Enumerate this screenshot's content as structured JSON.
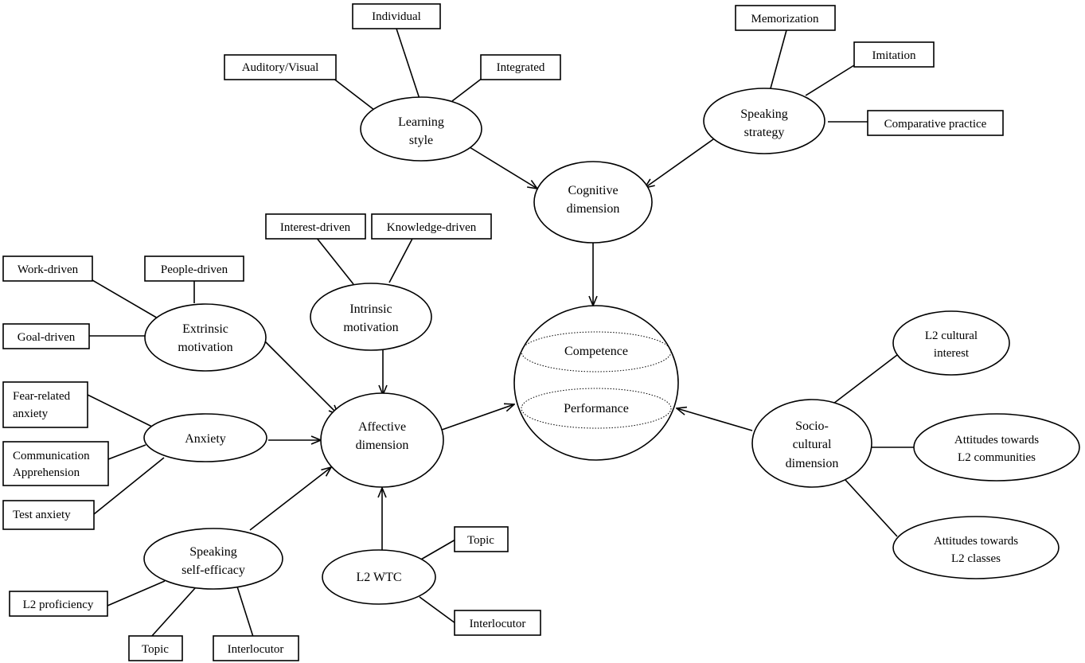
{
  "cognitive": {
    "center": [
      "Cognitive",
      "dimension"
    ],
    "learning_style": {
      "label": [
        "Learning",
        "style"
      ],
      "items": [
        "Individual",
        "Auditory/Visual",
        "Integrated"
      ]
    },
    "speaking_strategy": {
      "label": [
        "Speaking",
        "strategy"
      ],
      "items": [
        "Memorization",
        "Imitation",
        "Comparative practice"
      ]
    }
  },
  "core": {
    "competence": "Competence",
    "performance": "Performance"
  },
  "affective": {
    "center": [
      "Affective",
      "dimension"
    ],
    "intrinsic_motivation": {
      "label": [
        "Intrinsic",
        "motivation"
      ],
      "items": [
        "Interest-driven",
        "Knowledge-driven"
      ]
    },
    "extrinsic_motivation": {
      "label": [
        "Extrinsic",
        "motivation"
      ],
      "items": [
        "Work-driven",
        "People-driven",
        "Goal-driven"
      ]
    },
    "anxiety": {
      "label": "Anxiety",
      "items": [
        [
          "Fear-related",
          "anxiety"
        ],
        [
          "Communication",
          "Apprehension"
        ],
        "Test anxiety"
      ]
    },
    "self_efficacy": {
      "label": [
        "Speaking",
        "self-efficacy"
      ],
      "items": [
        "L2 proficiency",
        "Topic",
        "Interlocutor"
      ]
    },
    "l2_wtc": {
      "label": "L2 WTC",
      "items": [
        "Topic",
        "Interlocutor"
      ]
    }
  },
  "sociocultural": {
    "center": [
      "Socio-",
      "cultural",
      "dimension"
    ],
    "items": [
      [
        "L2 cultural",
        "interest"
      ],
      [
        "Attitudes towards",
        "L2 communities"
      ],
      [
        "Attitudes towards",
        "L2 classes"
      ]
    ]
  }
}
